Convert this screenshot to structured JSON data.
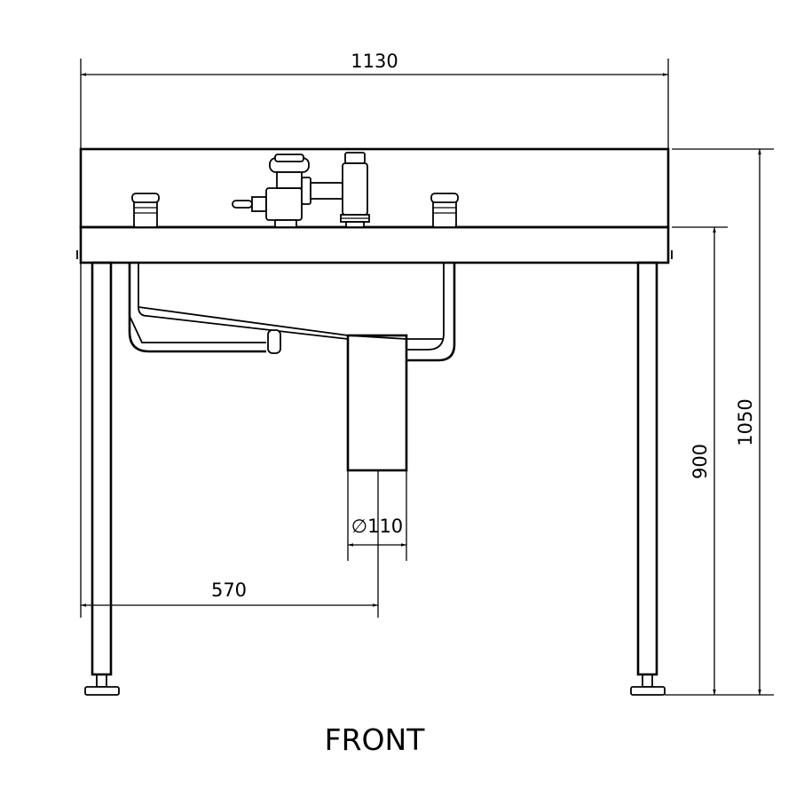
{
  "drawing": {
    "view_title": "FRONT",
    "dimensions": {
      "overall_width": "1130",
      "overall_height": "1050",
      "worktop_height": "900",
      "drain_diameter": "∅110",
      "drain_offset": "570"
    }
  }
}
